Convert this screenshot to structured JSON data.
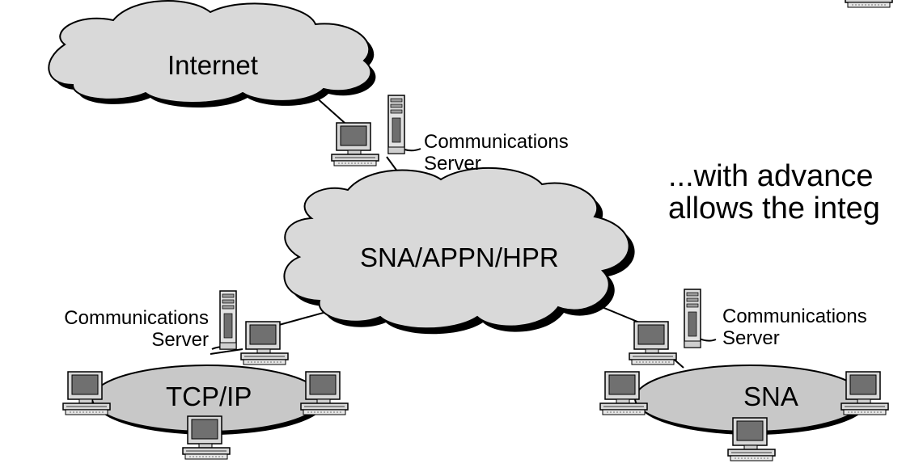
{
  "diagram": {
    "clouds": {
      "internet": "Internet",
      "backbone": "SNA/APPN/HPR"
    },
    "networks": {
      "tcpip": "TCP/IP",
      "sna": "SNA"
    },
    "servers": {
      "top": [
        "Communications",
        "Server"
      ],
      "left": [
        "Communications",
        "Server"
      ],
      "right": [
        "Communications",
        "Server"
      ]
    },
    "caption": [
      "...with advance",
      "allows the integ"
    ],
    "colors": {
      "cloud_fill": "#d9d9d9",
      "ellipse_fill": "#c8c8c8",
      "shadow": "#000000",
      "monitor_screen": "#707070"
    }
  }
}
